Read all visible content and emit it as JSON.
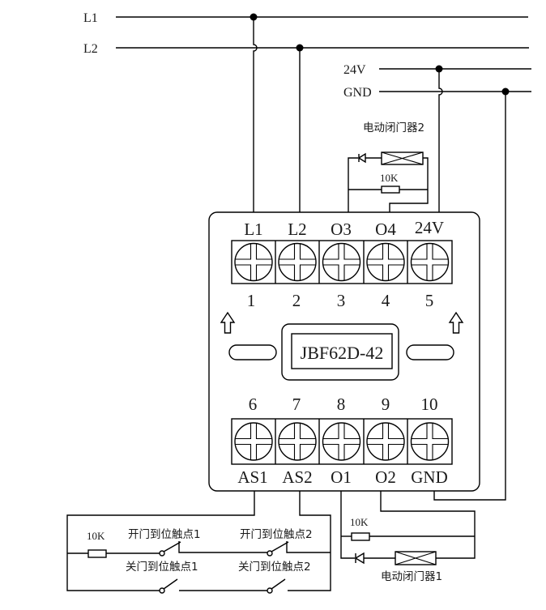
{
  "diagram": {
    "type": "wiring-schematic",
    "bus_lines": {
      "L1": "L1",
      "L2": "L2",
      "V24": "24V",
      "GND": "GND"
    },
    "module": {
      "model": "JBF62D-42",
      "top_terminals": [
        {
          "number": "1",
          "label": "L1"
        },
        {
          "number": "2",
          "label": "L2"
        },
        {
          "number": "3",
          "label": "O3"
        },
        {
          "number": "4",
          "label": "O4"
        },
        {
          "number": "5",
          "label": "24V"
        }
      ],
      "bottom_terminals": [
        {
          "number": "6",
          "label": "AS1"
        },
        {
          "number": "7",
          "label": "AS2"
        },
        {
          "number": "8",
          "label": "O1"
        },
        {
          "number": "9",
          "label": "O2"
        },
        {
          "number": "10",
          "label": "GND"
        }
      ]
    },
    "door_closer_2": {
      "label": "电动闭门器2",
      "resistor": "10K"
    },
    "door_closer_1": {
      "label": "电动闭门器1",
      "resistor": "10K"
    },
    "feedback_circuit": {
      "resistor": "10K",
      "contacts": {
        "open_1": "开门到位触点1",
        "open_2": "开门到位触点2",
        "close_1": "关门到位触点1",
        "close_2": "关门到位触点2"
      }
    }
  }
}
